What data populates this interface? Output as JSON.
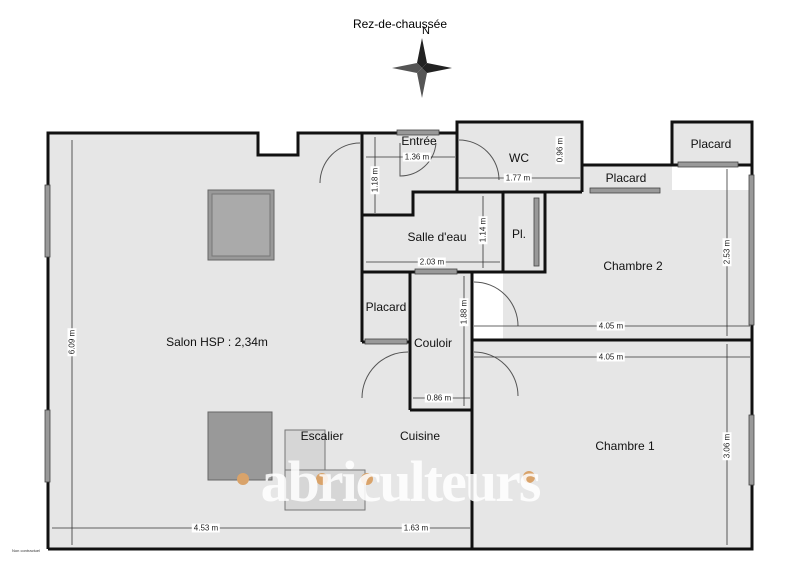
{
  "title": "Rez-de-chaussée",
  "compass": {
    "north_label": "N"
  },
  "rooms": {
    "salon": "Salon HSP : 2,34m",
    "entree": "Entrée",
    "wc": "WC",
    "placard_top": "Placard",
    "placard_mid": "Placard",
    "placard_left": "Placard",
    "salle_eau": "Salle d'eau",
    "pl": "Pl.",
    "chambre2": "Chambre 2",
    "chambre1": "Chambre 1",
    "couloir": "Couloir",
    "escalier": "Escalier",
    "cuisine": "Cuisine"
  },
  "dimensions": {
    "entree_w": "1.36 m",
    "entree_h": "1.18 m",
    "wc_w": "1.77 m",
    "wc_h": "0.96 m",
    "salle_eau_w": "2.03 m",
    "salle_eau_h": "1.14 m",
    "chambre2_w": "4.05 m",
    "chambre2_h": "2.53 m",
    "chambre1_w": "4.05 m",
    "chambre1_h": "3.06 m",
    "couloir_w": "0.86 m",
    "couloir_h": "1.88 m",
    "salon_h": "6.09 m",
    "salon_w": "4.53 m",
    "cuisine_w": "1.63 m"
  },
  "watermark": "abriculteurs",
  "note": "Non contractuel"
}
